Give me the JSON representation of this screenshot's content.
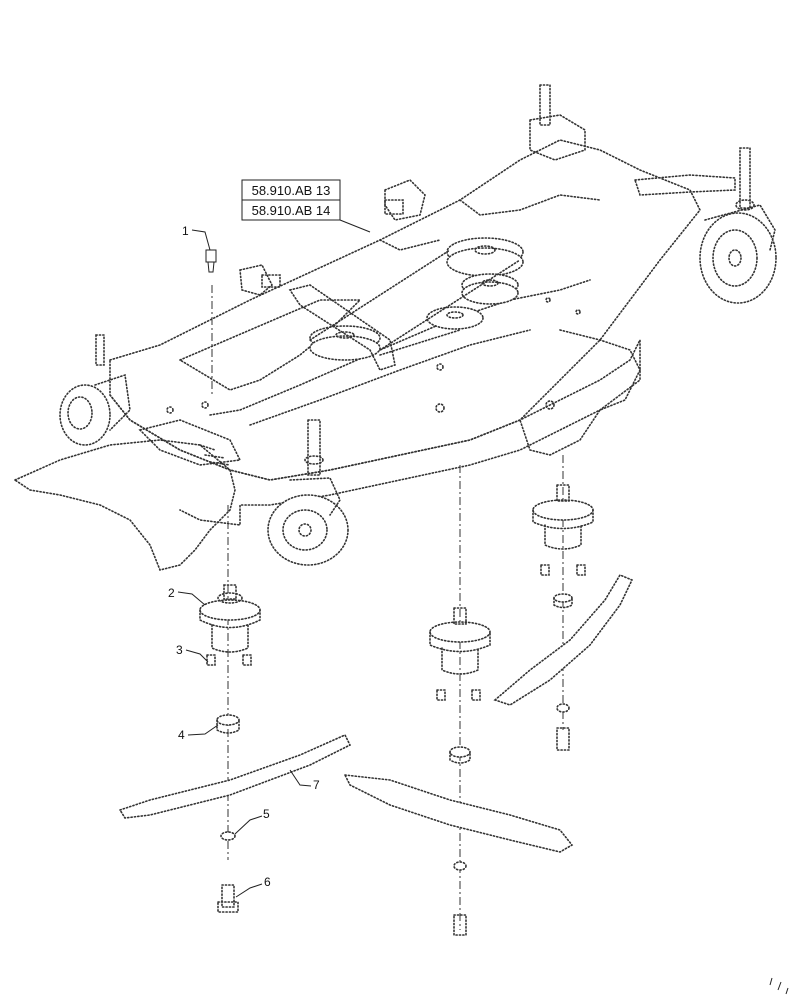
{
  "references": [
    "58.910.AB 13",
    "58.910.AB 14"
  ],
  "callouts": [
    "1",
    "2",
    "3",
    "4",
    "5",
    "6",
    "7"
  ]
}
